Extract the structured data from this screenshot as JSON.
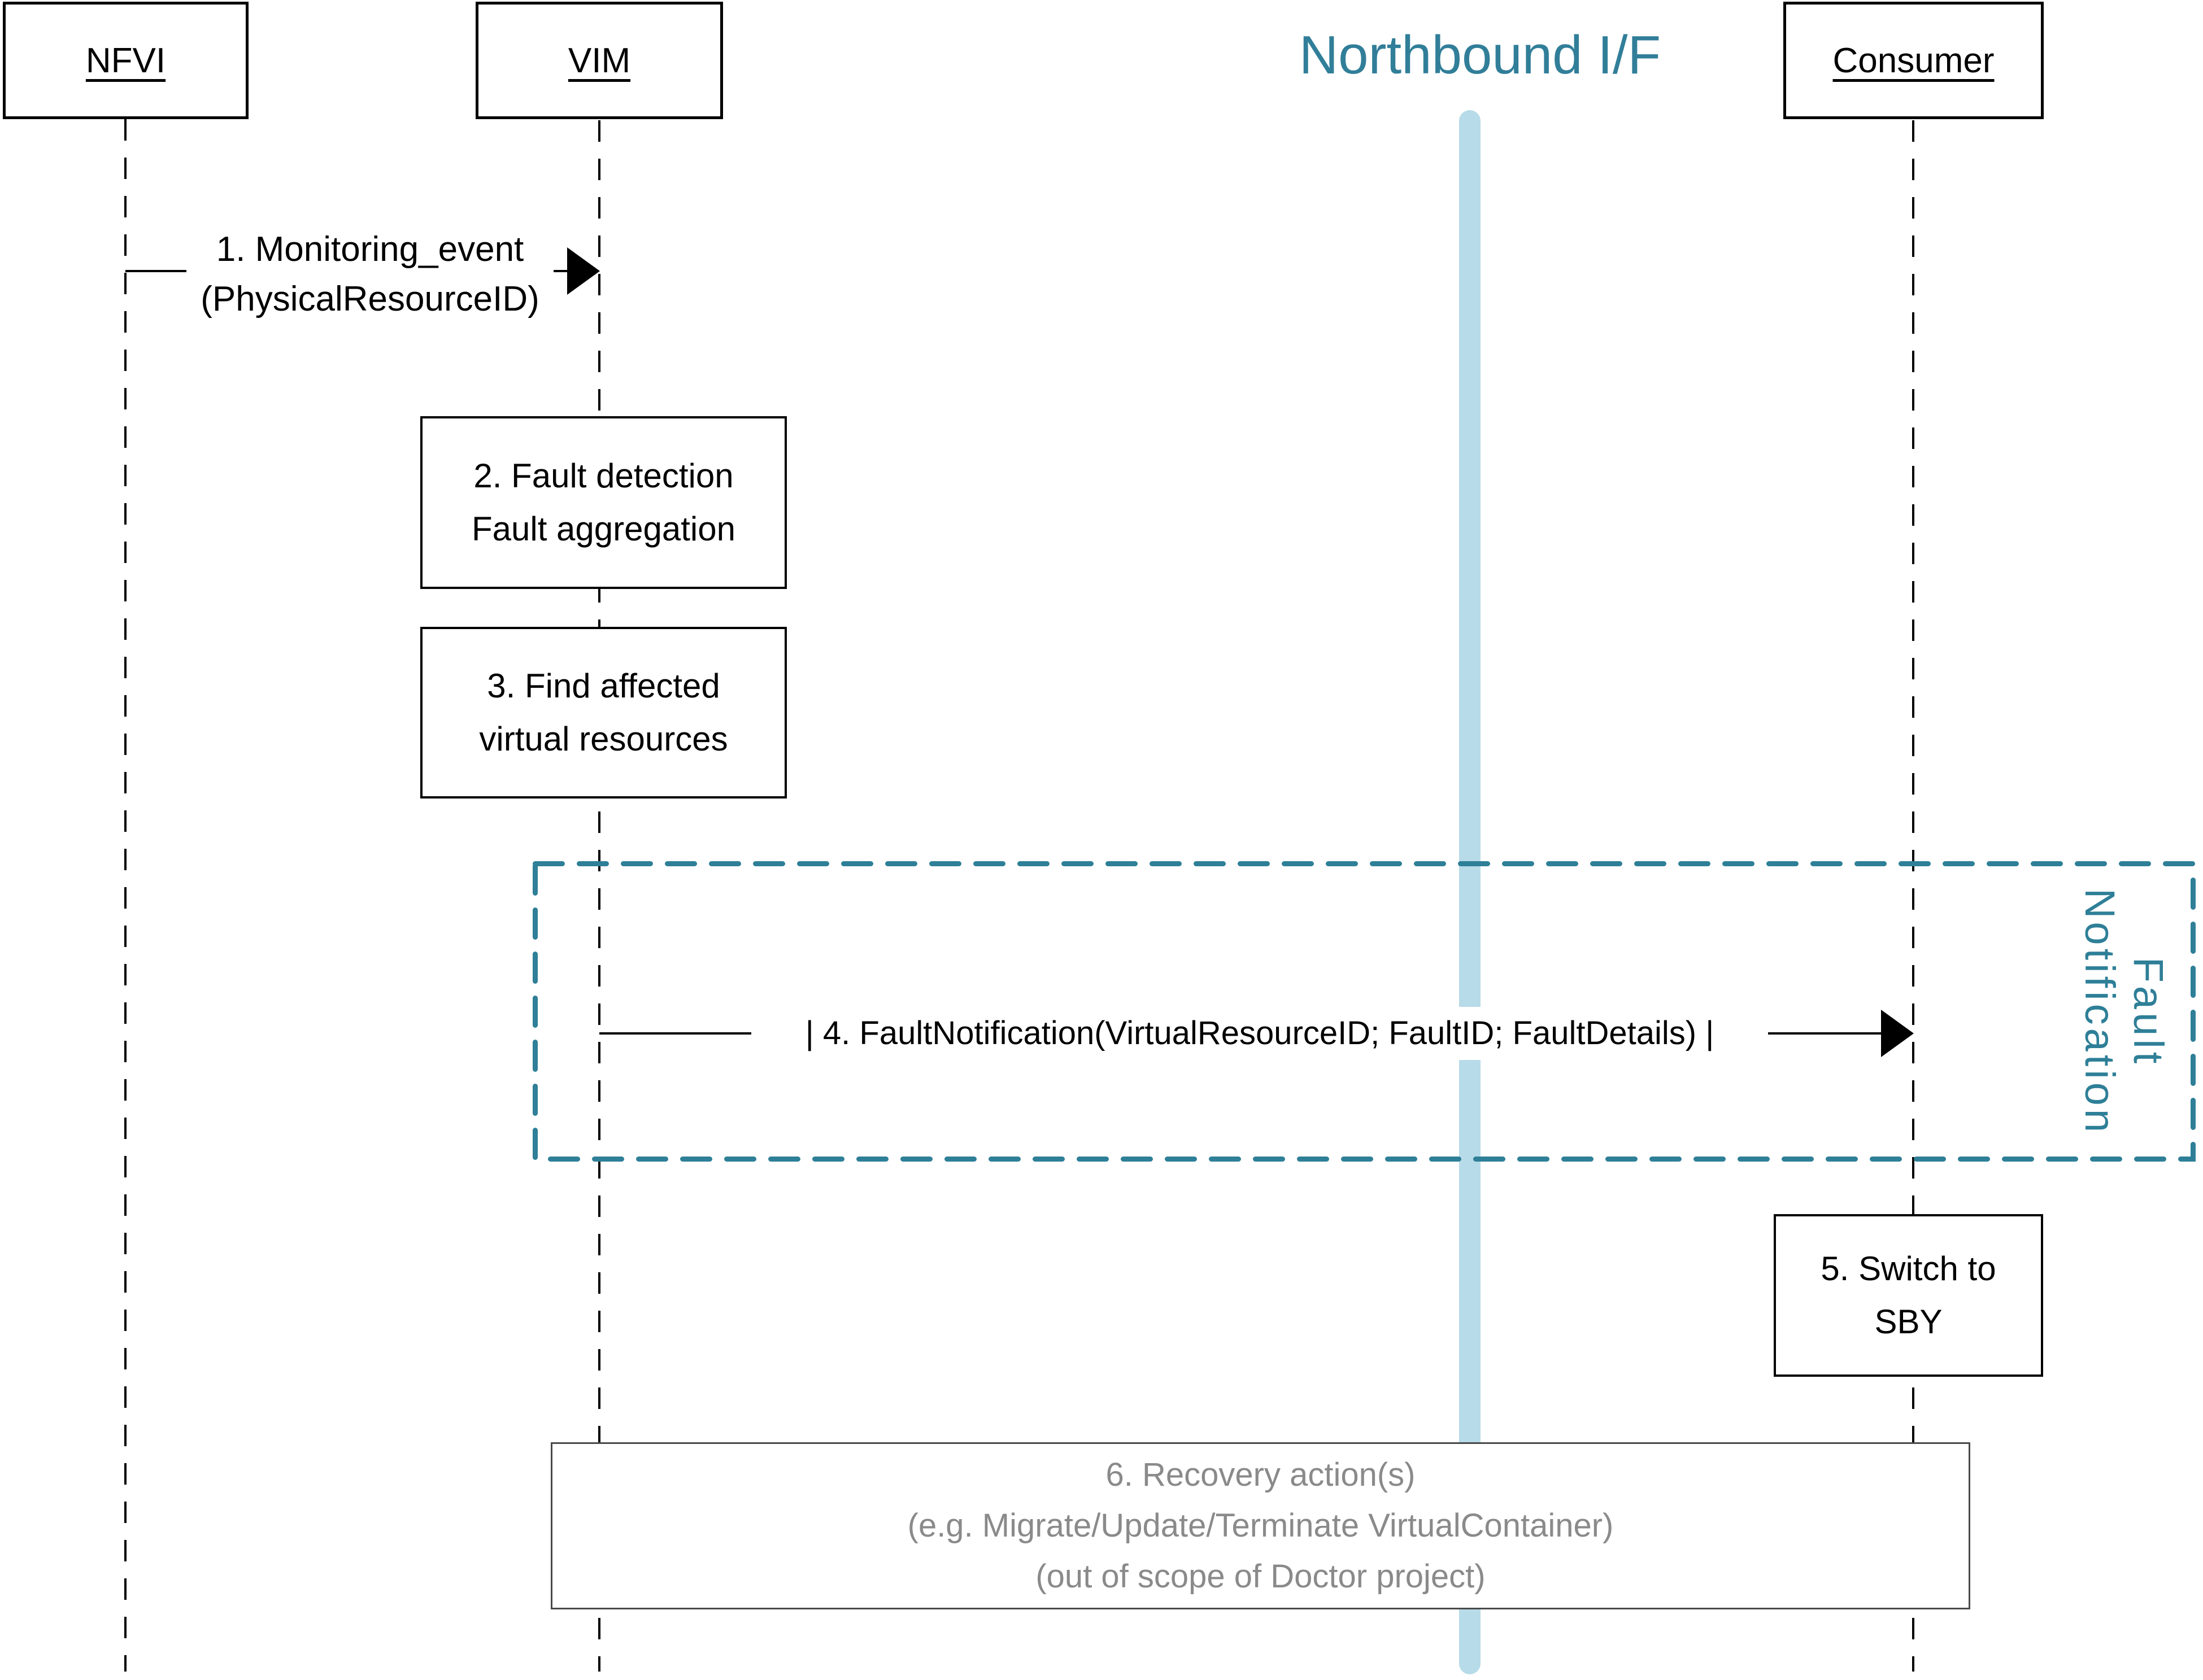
{
  "diagram": {
    "northbound_title": "Northbound I/F",
    "actors": [
      {
        "label": "NFVI"
      },
      {
        "label": "VIM"
      },
      {
        "label": "Consumer"
      }
    ],
    "messages": [
      {
        "id": "1",
        "from": "NFVI",
        "to": "VIM",
        "text_line1": "1. Monitoring_event",
        "text_line2": "(PhysicalResourceID)"
      },
      {
        "id": "4",
        "from": "VIM",
        "to": "Consumer",
        "text": "| 4. FaultNotification(VirtualResourceID; FaultID; FaultDetails) |"
      }
    ],
    "activities": [
      {
        "id": "2",
        "line1": "2. Fault detection",
        "line2": "Fault aggregation"
      },
      {
        "id": "3",
        "line1": "3. Find affected",
        "line2": "virtual resources"
      },
      {
        "id": "5",
        "line1": "5. Switch to",
        "line2": "SBY"
      },
      {
        "id": "6",
        "line1": "6. Recovery action(s)",
        "line2": "(e.g. Migrate/Update/Terminate VirtualContainer)",
        "line3": "(out of scope of Doctor project)"
      }
    ],
    "frame_label": {
      "line1": "Fault",
      "line2": "Notification"
    },
    "colors": {
      "teal": "#2e7f97",
      "title_teal": "#317e99",
      "light_blue": "#b7dbe8",
      "grey_text": "#8a8a8a",
      "black": "#000000"
    }
  }
}
